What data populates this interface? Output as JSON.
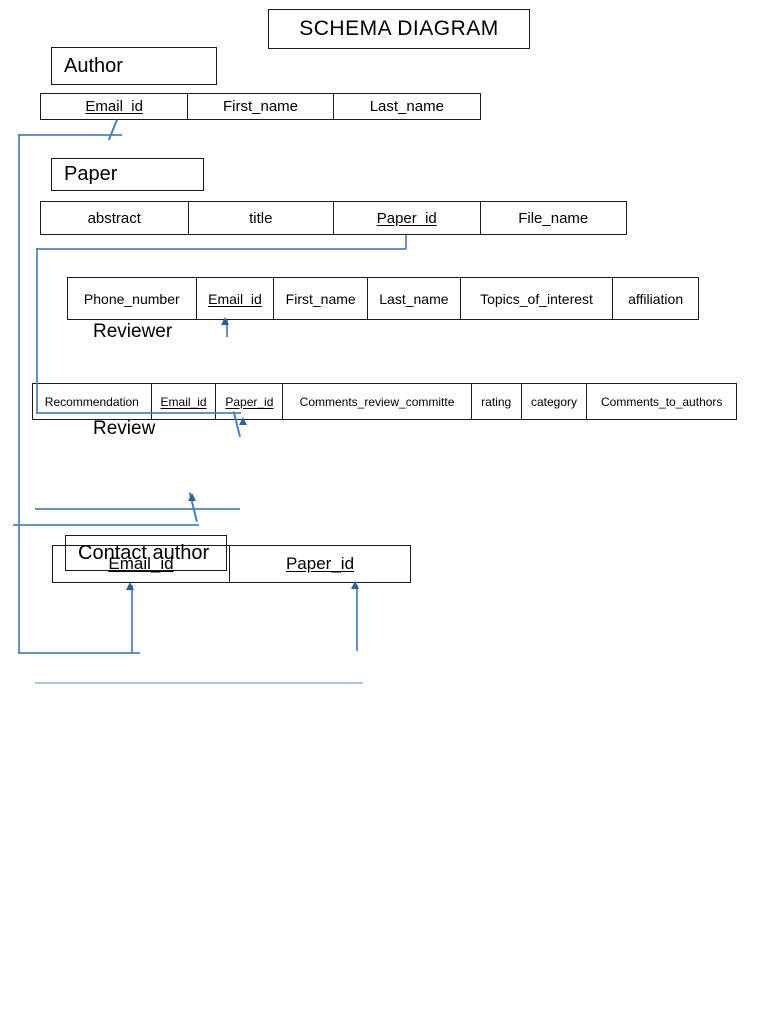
{
  "diagram": {
    "title": "SCHEMA DIAGRAM",
    "type": "er-schema-diagram"
  },
  "entities": [
    {
      "name": "Author",
      "label": "Author",
      "attributes": [
        {
          "name": "Email_id",
          "primary_key": true
        },
        {
          "name": "First_name",
          "primary_key": false
        },
        {
          "name": "Last_name",
          "primary_key": false
        }
      ]
    },
    {
      "name": "Paper",
      "label": "Paper",
      "attributes": [
        {
          "name": "abstract",
          "primary_key": false
        },
        {
          "name": "title",
          "primary_key": false
        },
        {
          "name": "Paper_id",
          "primary_key": true
        },
        {
          "name": "File_name",
          "primary_key": false
        }
      ]
    },
    {
      "name": "Reviewer",
      "label": "Reviewer",
      "attributes": [
        {
          "name": "Phone_number",
          "primary_key": false
        },
        {
          "name": "Email_id",
          "primary_key": true
        },
        {
          "name": "First_name",
          "primary_key": false
        },
        {
          "name": "Last_name",
          "primary_key": false
        },
        {
          "name": "Topics_of_interest",
          "primary_key": false
        },
        {
          "name": "affiliation",
          "primary_key": false
        }
      ]
    },
    {
      "name": "Review",
      "label": "Review",
      "attributes": [
        {
          "name": "Recommendation",
          "primary_key": false
        },
        {
          "name": "Email_id",
          "primary_key": true
        },
        {
          "name": "Paper_id",
          "primary_key": true
        },
        {
          "name": "Comments_review_committe",
          "primary_key": false
        },
        {
          "name": "rating",
          "primary_key": false
        },
        {
          "name": "category",
          "primary_key": false
        },
        {
          "name": "Comments_to_authors",
          "primary_key": false
        }
      ]
    },
    {
      "name": "Contact_author",
      "label": "Contact author",
      "attributes": [
        {
          "name": "Email_id",
          "primary_key": true
        },
        {
          "name": "Paper_id",
          "primary_key": true
        }
      ]
    }
  ],
  "relationships": [
    {
      "from": "Author.Email_id",
      "to": "Contact_author.Email_id"
    },
    {
      "from": "Paper.Paper_id",
      "to": "Review.Paper_id"
    },
    {
      "from": "Reviewer.Email_id",
      "to": "Review.Email_id"
    },
    {
      "from": "Paper.Paper_id",
      "to": "Contact_author.Paper_id"
    }
  ],
  "colors": {
    "border": "#1a1a1a",
    "connector": "#4a7ebb",
    "arrow": "#2f5f9e",
    "background": "#ffffff"
  }
}
